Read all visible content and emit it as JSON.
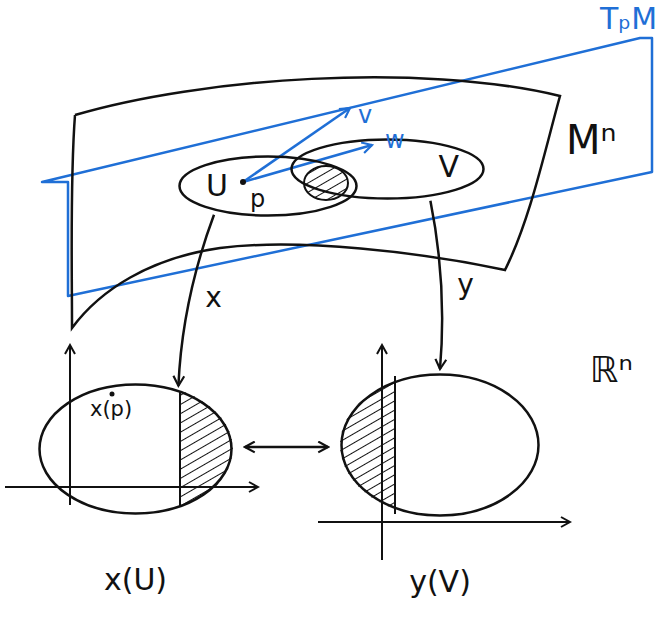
{
  "diagram": {
    "nodes": [
      {
        "text": [
          "U"
        ]
      },
      {
        "text": [
          "V"
        ]
      },
      {
        "text": [
          "x(U)"
        ]
      },
      {
        "text": [
          "y(V)"
        ]
      }
    ],
    "edges": [
      {
        "from": 0,
        "to": 2,
        "label": "x",
        "arrow": "to"
      },
      {
        "from": 1,
        "to": 3,
        "label": "y",
        "arrow": "to"
      },
      {
        "from": 2,
        "to": 3,
        "arrow": "both"
      }
    ],
    "labels": [
      "TₚM",
      "v",
      "w",
      "p",
      "Mⁿ",
      "ℝⁿ",
      "x(p)"
    ]
  }
}
